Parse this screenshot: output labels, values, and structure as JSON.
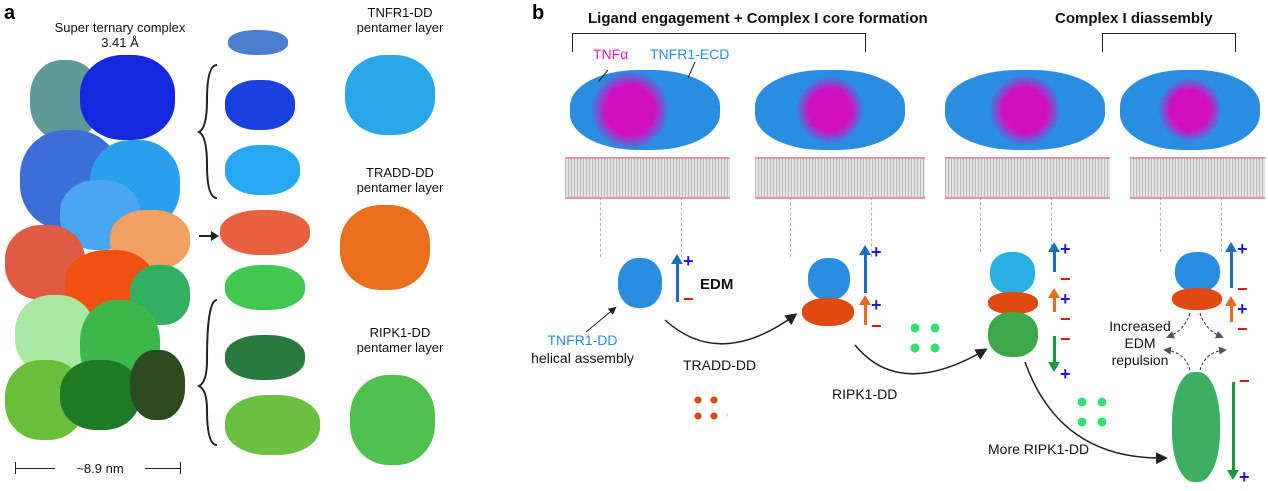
{
  "panel_a": {
    "label": "a",
    "title": "Super ternary complex",
    "resolution": "3.41 Å",
    "scale_bar": "~8.9 nm",
    "layers": [
      {
        "name": "TNFR1-DD",
        "sub": "pentamer layer"
      },
      {
        "name": "TRADD-DD",
        "sub": "pentamer layer"
      },
      {
        "name": "RIPK1-DD",
        "sub": "pentamer layer"
      }
    ]
  },
  "panel_b": {
    "label": "b",
    "stage1_title": "Ligand engagement + Complex I core formation",
    "stage2_title": "Complex I diassembly",
    "tnf_label": "TNFα",
    "ecd_label": "TNFR1-ECD",
    "edm_label": "EDM",
    "dd_label": "TNFR1-DD",
    "dd_sub": "helical assembly",
    "tradd_label": "TRADD-DD",
    "ripk1_label": "RIPK1-DD",
    "more_ripk1_label": "More RIPK1-DD",
    "repulsion_label": "Increased EDM repulsion",
    "plus": "+",
    "minus": "−"
  },
  "colors": {
    "tnf": "#e020d0",
    "tnfr1": "#2a8ee0",
    "tradd": "#e85a1a",
    "ripk1": "#2eaa4a",
    "plus": "#1a1ae6",
    "minus": "#e01010"
  }
}
